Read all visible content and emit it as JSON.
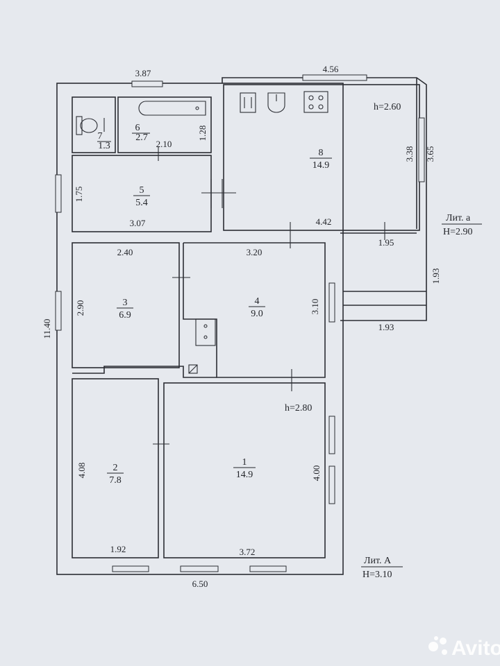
{
  "rooms": [
    {
      "id": "1",
      "area": "14.9"
    },
    {
      "id": "2",
      "area": "7.8"
    },
    {
      "id": "3",
      "area": "6.9"
    },
    {
      "id": "4",
      "area": "9.0"
    },
    {
      "id": "5",
      "area": "5.4"
    },
    {
      "id": "6",
      "area": "2.7"
    },
    {
      "id": "7",
      "area": "1.3"
    },
    {
      "id": "8",
      "area": "14.9"
    }
  ],
  "dimensions": {
    "top_left": "3.87",
    "top_right": "4.56",
    "left_total": "11.40",
    "bottom": "6.50",
    "r7_r6_bottom": "2.10",
    "r6_height": "1.28",
    "r5_height": "1.75",
    "r5_width": "3.07",
    "r8_height_inner": "3.38",
    "r8_height_outer": "3.65",
    "r8_width": "4.42",
    "annex_top": "1.95",
    "annex_side": "1.93",
    "annex_bottom": "1.93",
    "r3_width": "2.40",
    "r3_height": "2.90",
    "r4_width": "3.20",
    "r4_height": "3.10",
    "r2_height": "4.08",
    "r2_width": "1.92",
    "r1_height": "4.00",
    "r1_width": "3.72"
  },
  "heights": {
    "h_kitchen": "h=2.60",
    "h_living": "h=2.80"
  },
  "litera": {
    "a_title": "Лит. а",
    "a_height": "H=2.90",
    "A_title": "Лит. А",
    "A_height": "H=3.10"
  },
  "watermark": "Avito",
  "colors": {
    "paper": "#e6e9ee",
    "line": "#2b2d33"
  }
}
